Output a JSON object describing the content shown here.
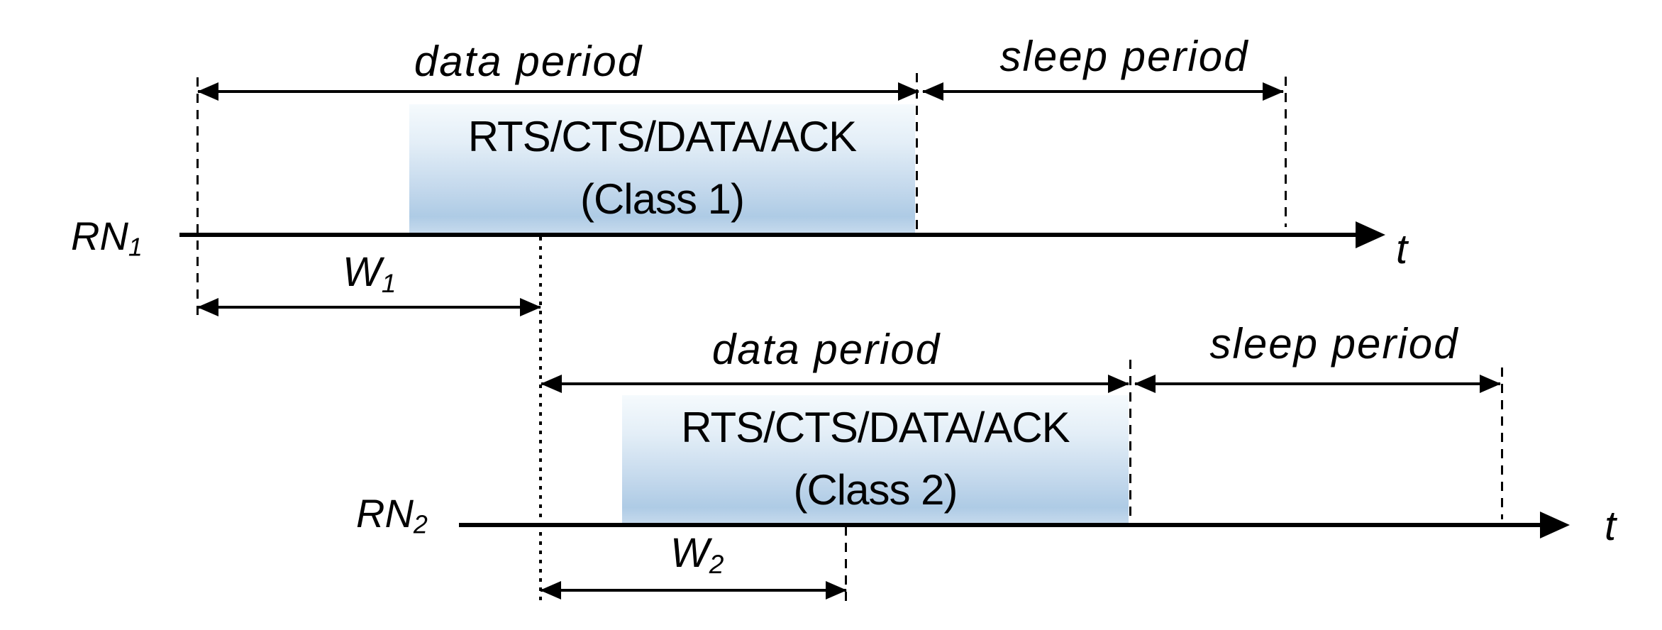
{
  "colors": {
    "line": "#000000",
    "box-grad-top": "#f5fafd",
    "box-grad-mid": "#c3d8ec",
    "box-grad-bottom": "#aecbe5"
  },
  "timelines": [
    {
      "node": "RN",
      "node_sub": "1",
      "data_period_label": "data period",
      "sleep_period_label": "sleep period",
      "box_line1": "RTS/CTS/DATA/ACK",
      "box_line2": "(Class 1)",
      "window_label": "W",
      "window_sub": "1",
      "axis_label": "t"
    },
    {
      "node": "RN",
      "node_sub": "2",
      "data_period_label": "data period",
      "sleep_period_label": "sleep period",
      "box_line1": "RTS/CTS/DATA/ACK",
      "box_line2": "(Class 2)",
      "window_label": "W",
      "window_sub": "2",
      "axis_label": "t"
    }
  ]
}
